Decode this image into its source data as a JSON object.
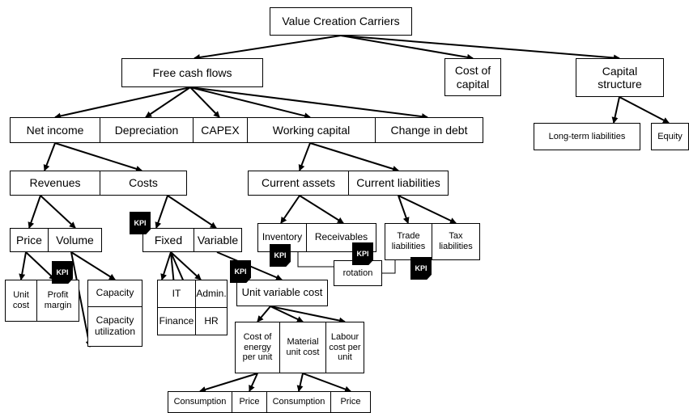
{
  "nodes": {
    "root": "Value Creation Carriers",
    "fcf": "Free cash flows",
    "coc": "Cost of\ncapital",
    "capstruct": "Capital\nstructure",
    "ltl": "Long-term liabilities",
    "equity": "Equity",
    "netincome": "Net income",
    "depreciation": "Depreciation",
    "capex": "CAPEX",
    "workcap": "Working capital",
    "changedebt": "Change in debt",
    "revenues": "Revenues",
    "costs": "Costs",
    "curassets": "Current assets",
    "curliab": "Current liabilities",
    "price": "Price",
    "volume": "Volume",
    "fixed": "Fixed",
    "variable": "Variable",
    "inventory": "Inventory",
    "receivables": "Receivables",
    "rotation": "rotation",
    "trade": "Trade\nliabilities",
    "tax": "Tax\nliabilities",
    "unitcost": "Unit\ncost",
    "profitmargin": "Profit\nmargin",
    "capacity": "Capacity",
    "caputil": "Capacity\nutilization",
    "it": "IT",
    "admin": "Admin.",
    "finance": "Finance",
    "hr": "HR",
    "unitvar": "Unit variable cost",
    "energy": "Cost of\nenergy\nper unit",
    "material": "Material\nunit cost",
    "labour": "Labour\ncost per\nunit",
    "consumption1": "Consumption",
    "price1": "Price",
    "consumption2": "Consumption",
    "price2": "Price"
  },
  "kpi_label": "KPI"
}
